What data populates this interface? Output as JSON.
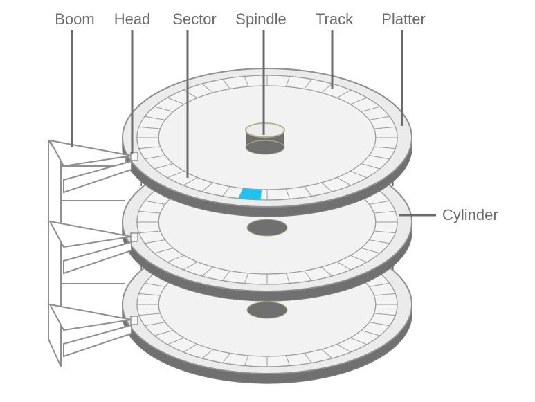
{
  "labels": {
    "boom": "Boom",
    "head": "Head",
    "sector": "Sector",
    "spindle": "Spindle",
    "track": "Track",
    "platter": "Platter",
    "cylinder": "Cylinder"
  },
  "colors": {
    "platter_face": "#ebebeb",
    "platter_edge": "#7a7a7a",
    "platter_side": "#707070",
    "outline": "#8f8f8f",
    "track_line": "#9a9a9a",
    "spindle_fill": "#ededed",
    "spindle_outline": "#b5b38a",
    "highlight_sector": "#1ec3ef",
    "label_text": "#6b6b6b",
    "boom_fill": "#ffffff"
  },
  "disk": {
    "platter_count": 3,
    "sectors_per_track": 36,
    "highlighted_sector_index": 9
  }
}
